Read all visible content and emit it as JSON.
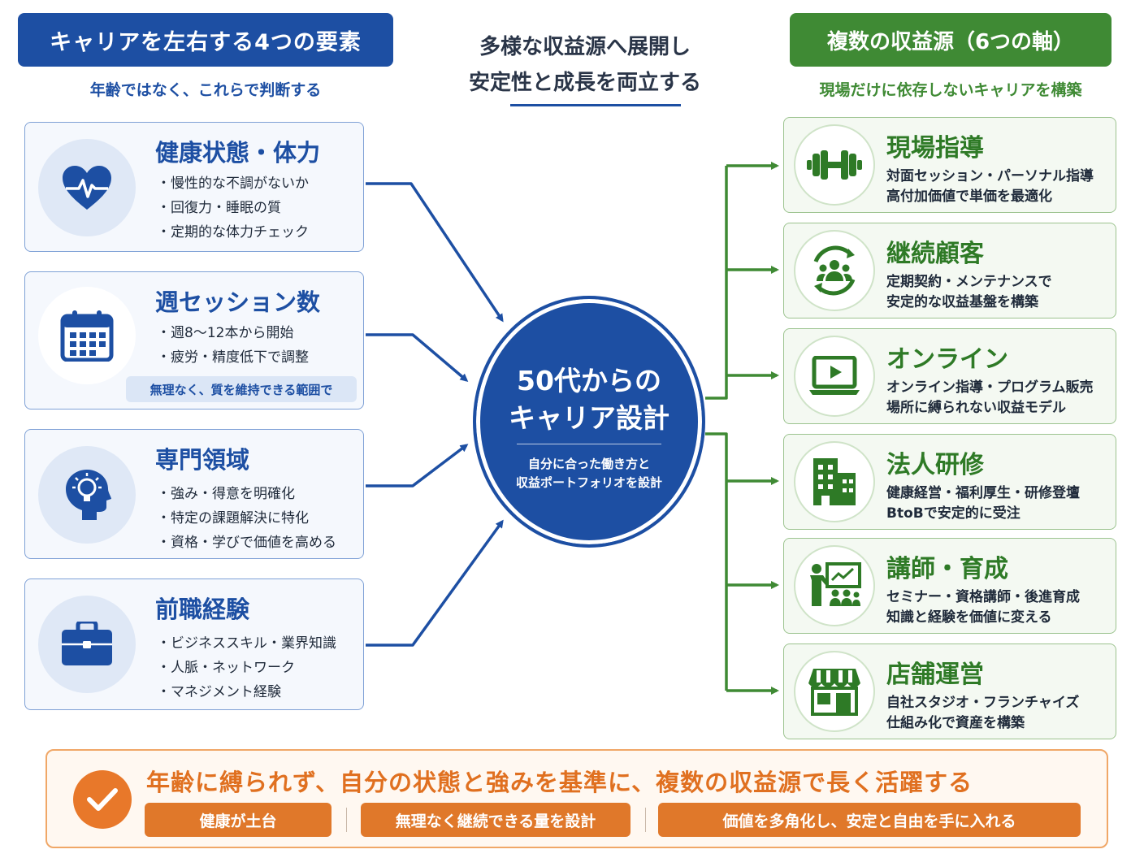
{
  "left_header": {
    "title": "キャリアを左右する4つの要素",
    "subtitle": "年齢ではなく、これらで判断する"
  },
  "center_header": {
    "line1": "多様な収益源へ展開し",
    "line2": "安定性と成長を両立する"
  },
  "right_header": {
    "title": "複数の収益源（6つの軸）",
    "subtitle": "現場だけに依存しないキャリアを構築"
  },
  "factors": [
    {
      "icon": "heart-pulse-icon",
      "title": "健康状態・体力",
      "bullets": [
        "・慢性的な不調がないか",
        "・回復力・睡眠の質",
        "・定期的な体力チェック"
      ]
    },
    {
      "icon": "calendar-icon",
      "title": "週セッション数",
      "bullets": [
        "・週8〜12本から開始",
        "・疲労・精度低下で調整"
      ],
      "note": "無理なく、質を維持できる範囲で"
    },
    {
      "icon": "head-lightbulb-icon",
      "title": "専門領域",
      "bullets": [
        "・強み・得意を明確化",
        "・特定の課題解決に特化",
        "・資格・学びで価値を高める"
      ]
    },
    {
      "icon": "briefcase-icon",
      "title": "前職経験",
      "bullets": [
        "・ビジネススキル・業界知識",
        "・人脈・ネットワーク",
        "・マネジメント経験"
      ]
    }
  ],
  "hub": {
    "title_line1": "50代からの",
    "title_line2": "キャリア設計",
    "sub_line1": "自分に合った働き方と",
    "sub_line2": "収益ポートフォリオを設計"
  },
  "revenue_sources": [
    {
      "icon": "dumbbell-icon",
      "title": "現場指導",
      "desc1": "対面セッション・パーソナル指導",
      "desc2": "高付加価値で単価を最適化"
    },
    {
      "icon": "recurring-customers-icon",
      "title": "継続顧客",
      "desc1": "定期契約・メンテナンスで",
      "desc2": "安定的な収益基盤を構築"
    },
    {
      "icon": "laptop-play-icon",
      "title": "オンライン",
      "desc1": "オンライン指導・プログラム販売",
      "desc2": "場所に縛られない収益モデル"
    },
    {
      "icon": "office-building-icon",
      "title": "法人研修",
      "desc1": "健康経営・福利厚生・研修登壇",
      "desc2": "BtoBで安定的に受注"
    },
    {
      "icon": "presenter-icon",
      "title": "講師・育成",
      "desc1": "セミナー・資格講師・後進育成",
      "desc2": "知識と経験を価値に変える"
    },
    {
      "icon": "storefront-icon",
      "title": "店舗運営",
      "desc1": "自社スタジオ・フランチャイズ",
      "desc2": "仕組み化で資産を構築"
    }
  ],
  "footer": {
    "icon": "checkmark-icon",
    "main": "年齢に縛られず、自分の状態と強みを基準に、複数の収益源で長く活躍する",
    "pills": [
      "健康が土台",
      "無理なく継続できる量を設計",
      "価値を多角化し、安定と自由を手に入れる"
    ]
  },
  "colors": {
    "blue": "#1d4fa3",
    "green": "#3f8a34",
    "orange": "#e0782a"
  }
}
